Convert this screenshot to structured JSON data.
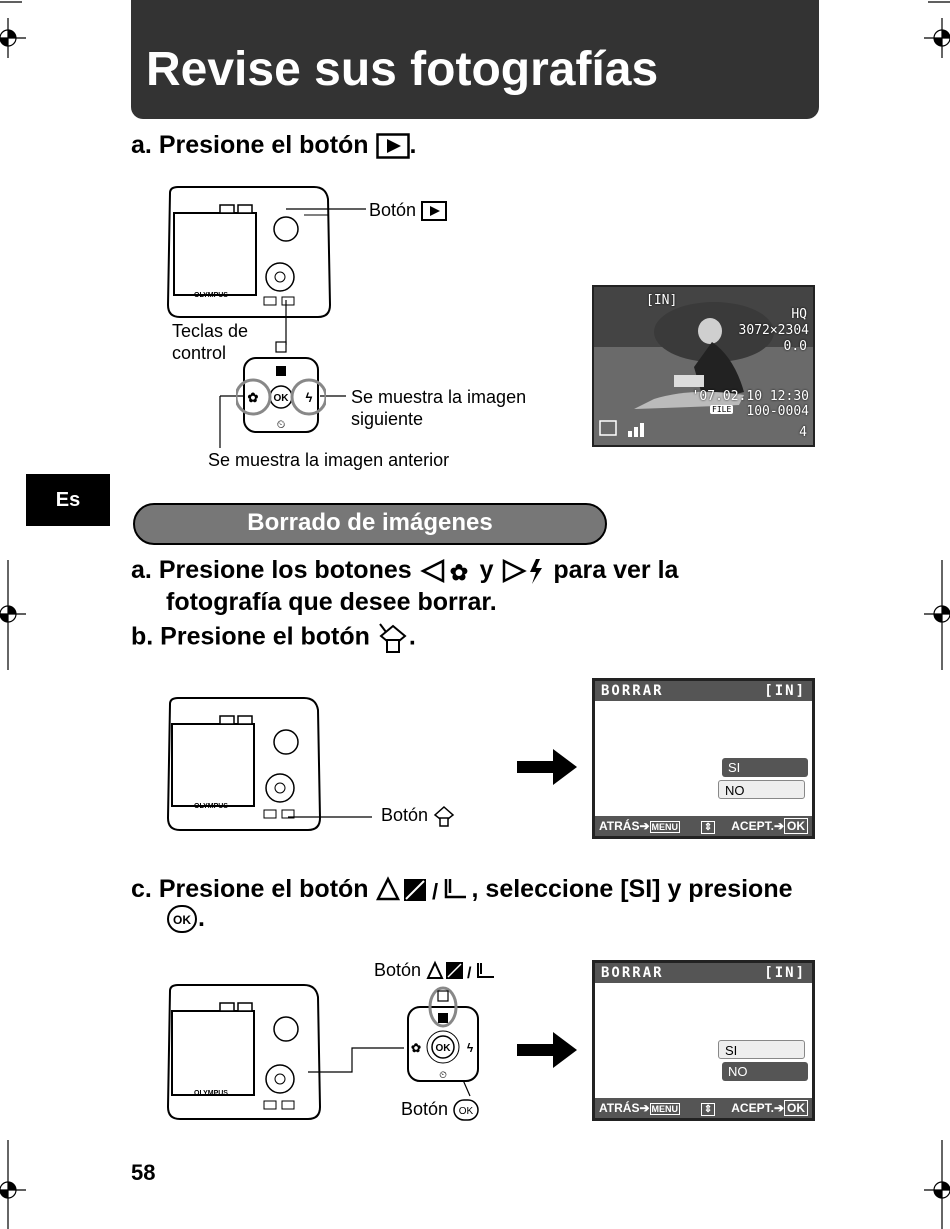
{
  "header": {
    "title": "Revise sus fotografías"
  },
  "section1": {
    "step_a_letter": "a.",
    "step_a_text": "Presione el botón",
    "step_a_end": ".",
    "callout_play": "Botón",
    "callout_keys": "Teclas de\ncontrol",
    "callout_next_1": "Se muestra la imagen",
    "callout_next_2": "siguiente",
    "callout_prev": "Se muestra la imagen anterior",
    "camera_brand": "OLYMPUS",
    "photo": {
      "memory": "[IN]",
      "quality": "HQ",
      "resolution": "3072×2304",
      "exposure": "0.0",
      "datetime": "'07.02.10  12:30",
      "file_label": "FILE",
      "file_number": "100-0004",
      "frame": "4"
    }
  },
  "side_tab": {
    "label": "Es"
  },
  "section2": {
    "heading": "Borrado de imágenes",
    "step_a_letter": "a.",
    "step_a_text_1": "Presione los botones",
    "step_a_and": "y",
    "step_a_text_2": "para ver la",
    "step_a_line2": "fotografía que desee borrar.",
    "step_b_letter": "b.",
    "step_b_text": "Presione el botón",
    "step_b_end": ".",
    "callout_erase": "Botón",
    "step_c_letter": "c.",
    "step_c_text_1": "Presione el botón",
    "step_c_text_2": ", seleccione [SI] y presione",
    "step_c_end": ".",
    "callout_up": "Botón",
    "callout_ok": "Botón",
    "screen1": {
      "title": "BORRAR",
      "memory": "[IN]",
      "opt_yes": "SI",
      "opt_no": "NO",
      "foot_back": "ATRÁS",
      "foot_menu": "MENU",
      "foot_accept": "ACEPT.",
      "foot_ok": "OK"
    },
    "screen2": {
      "title": "BORRAR",
      "memory": "[IN]",
      "opt_yes": "SI",
      "opt_no": "NO",
      "foot_back": "ATRÁS",
      "foot_menu": "MENU",
      "foot_accept": "ACEPT.",
      "foot_ok": "OK"
    },
    "ok_label": "OK"
  },
  "footer": {
    "page_number": "58"
  },
  "colors": {
    "title_bg": "#333333",
    "pill_bg": "#777777",
    "screen_bar": "#555555"
  }
}
